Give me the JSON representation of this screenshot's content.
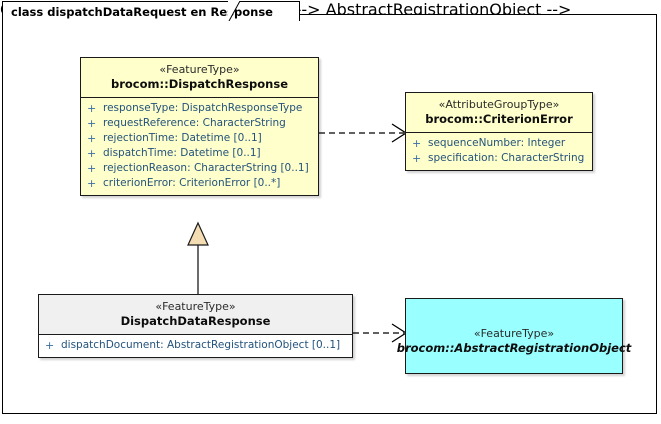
{
  "diagram": {
    "title": "class dispatchDataRequest en Response",
    "background": "#ffffff",
    "border_color": "#000000"
  },
  "colors": {
    "feature_type_fill": "#ffffcc",
    "attribute_group_fill": "#ffffcc",
    "abstract_fill": "#99ffff",
    "plain_header_fill": "#f0f0f0",
    "plain_body_fill": "#ffffff",
    "border": "#1a1a1a",
    "attribute_text": "#23527c",
    "generalization_arrow_fill": "#f5ddb3"
  },
  "classes": [
    {
      "id": "dispatchresponse",
      "stereotype": "«FeatureType»",
      "name": "brocom::DispatchResponse",
      "abstract": false,
      "fill": "#ffffcc",
      "attributes": [
        {
          "visibility": "+",
          "text": "responseType: DispatchResponseType"
        },
        {
          "visibility": "+",
          "text": "requestReference: CharacterString"
        },
        {
          "visibility": "+",
          "text": "rejectionTime: Datetime [0..1]"
        },
        {
          "visibility": "+",
          "text": "dispatchTime: Datetime [0..1]"
        },
        {
          "visibility": "+",
          "text": "rejectionReason: CharacterString [0..1]"
        },
        {
          "visibility": "+",
          "text": "criterionError: CriterionError [0..*]"
        }
      ]
    },
    {
      "id": "criterionerror",
      "stereotype": "«AttributeGroupType»",
      "name": "brocom::CriterionError",
      "abstract": false,
      "fill": "#ffffcc",
      "attributes": [
        {
          "visibility": "+",
          "text": "sequenceNumber: Integer"
        },
        {
          "visibility": "+",
          "text": "specification: CharacterString"
        }
      ]
    },
    {
      "id": "dispatchdataresponse",
      "stereotype": "«FeatureType»",
      "name": "DispatchDataResponse",
      "abstract": false,
      "fill": "#f0f0f0",
      "attributes": [
        {
          "visibility": "+",
          "text": "dispatchDocument: AbstractRegistrationObject [0..1]"
        }
      ]
    },
    {
      "id": "abstractregistrationobject",
      "stereotype": "«FeatureType»",
      "name": "brocom::AbstractRegistrationObject",
      "abstract": true,
      "fill": "#99ffff",
      "attributes": []
    }
  ],
  "connectors": [
    {
      "id": "dep-dispatchresponse-criterionerror",
      "type": "dependency",
      "style": "dashed-open-arrow",
      "from": "dispatchresponse",
      "to": "criterionerror",
      "label": ""
    },
    {
      "id": "gen-dispatchdataresponse-dispatchresponse",
      "type": "generalization",
      "style": "solid-hollow-triangle",
      "from": "dispatchdataresponse",
      "to": "dispatchresponse",
      "label": ""
    },
    {
      "id": "dep-dispatchdataresponse-abstractregistrationobject",
      "type": "dependency",
      "style": "dashed-open-arrow",
      "from": "dispatchdataresponse",
      "to": "abstractregistrationobject",
      "label": ""
    }
  ]
}
